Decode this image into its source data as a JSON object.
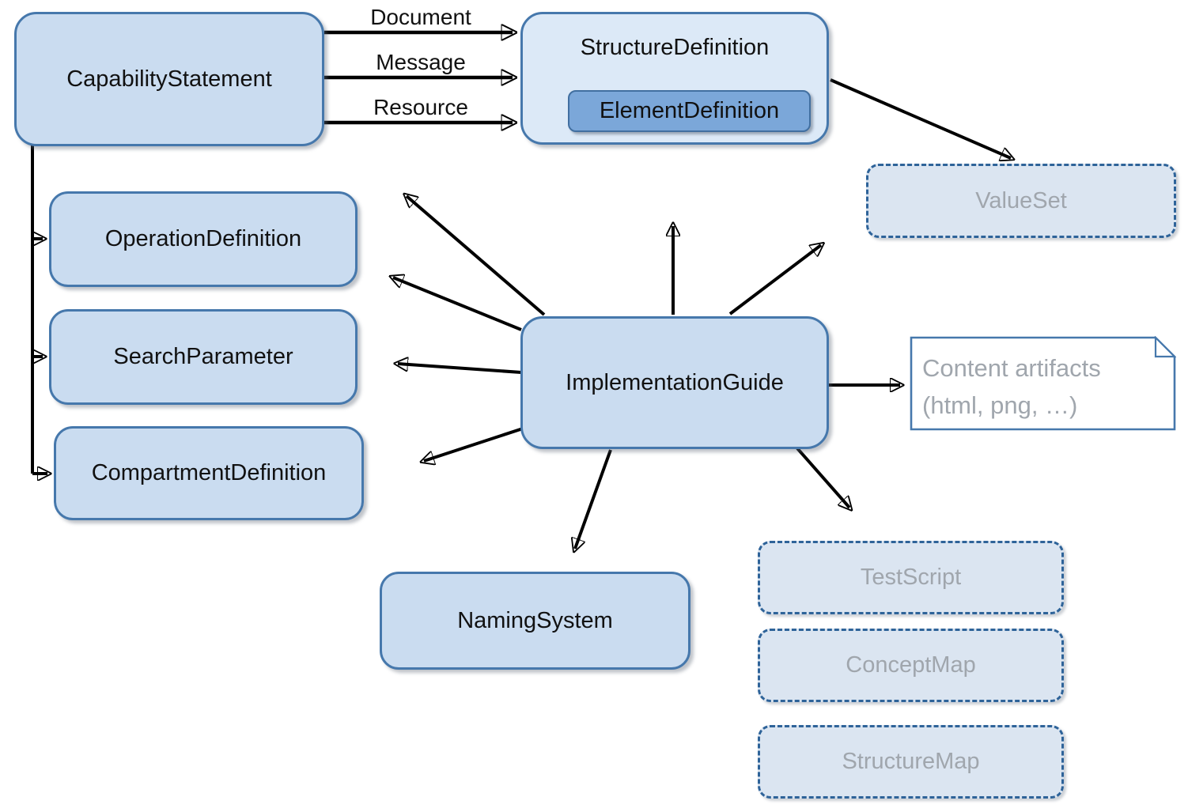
{
  "diagram": {
    "nodes": {
      "capability_statement": {
        "label": "CapabilityStatement"
      },
      "structure_definition": {
        "label": "StructureDefinition"
      },
      "element_definition": {
        "label": "ElementDefinition"
      },
      "value_set": {
        "label": "ValueSet"
      },
      "operation_definition": {
        "label": "OperationDefinition"
      },
      "search_parameter": {
        "label": "SearchParameter"
      },
      "compartment_definition": {
        "label": "CompartmentDefinition"
      },
      "implementation_guide": {
        "label": "ImplementationGuide"
      },
      "naming_system": {
        "label": "NamingSystem"
      },
      "content_artifacts": {
        "label_line1": "Content artifacts",
        "label_line2": "(html, png, …)"
      },
      "test_script": {
        "label": "TestScript"
      },
      "concept_map": {
        "label": "ConceptMap"
      },
      "structure_map": {
        "label": "StructureMap"
      }
    },
    "edge_labels": {
      "document": "Document",
      "message": "Message",
      "resource": "Resource"
    },
    "colors": {
      "node_fill": "#cadcf0",
      "node_fill_light": "#dce9f7",
      "node_border": "#4678ac",
      "inner_fill": "#7ba7d9",
      "inner_border": "#416fa0",
      "dashed_fill": "#dbe5f1",
      "dashed_border": "#2e6399",
      "muted_text": "#a0a6ad",
      "arrow_color": "#000000",
      "text_color": "#111111"
    }
  }
}
